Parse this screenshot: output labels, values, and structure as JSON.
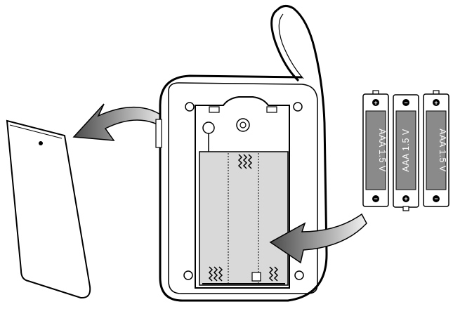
{
  "illustration": {
    "subject": "battery-replacement-diagram",
    "batteries": [
      {
        "label": "AAA 1.5 V",
        "plus_symbol": "+",
        "minus_symbol": "−"
      },
      {
        "label": "AAA 1.5 V",
        "plus_symbol": "+",
        "minus_symbol": "−"
      },
      {
        "label": "AAA 1.5 V",
        "plus_symbol": "+",
        "minus_symbol": "−"
      }
    ],
    "colors": {
      "line": "#000000",
      "device_body": "#ffffff",
      "compartment_fill": "#d9d9d9",
      "battery_body": "#8a8a8a",
      "arrow_gradient_start": "#f2f2f2",
      "arrow_gradient_end": "#4a4a4a"
    }
  }
}
